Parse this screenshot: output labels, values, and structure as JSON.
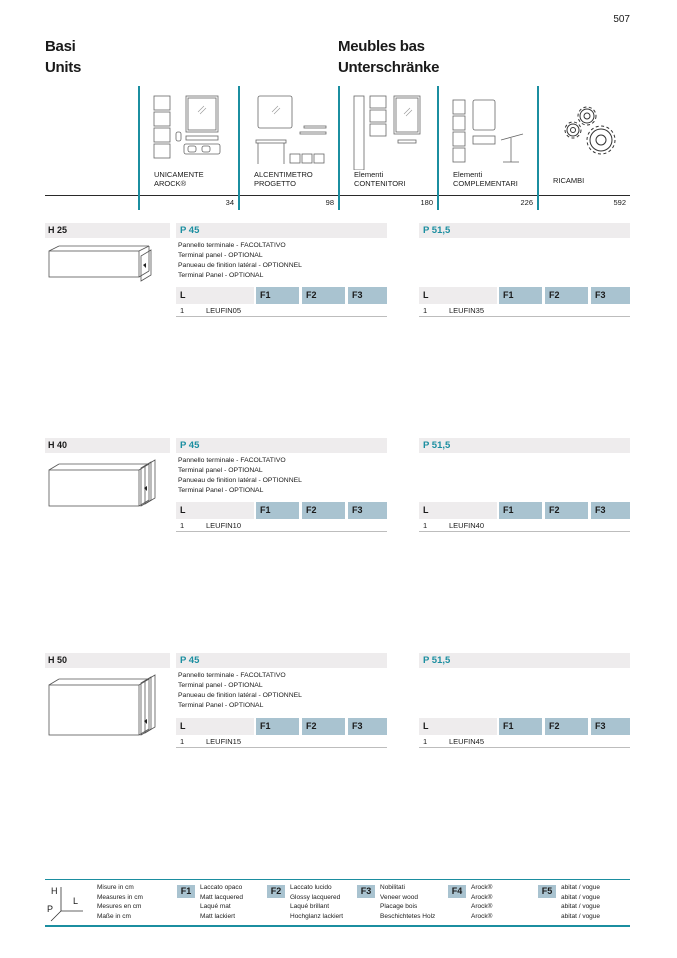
{
  "page_number": "507",
  "titles": {
    "left_1": "Basi",
    "left_2": "Units",
    "right_1": "Meubles bas",
    "right_2": "Unterschränke"
  },
  "nav": [
    {
      "line1": "UNICAMENTE",
      "line2": "AROCK®",
      "page": "34",
      "icon": "unicamente-icon"
    },
    {
      "line1": "ALCENTIMETRO",
      "line2": "PROGETTO",
      "page": "98",
      "icon": "alcentimetro-icon"
    },
    {
      "line1": "Elementi",
      "line2": "CONTENITORI",
      "page": "180",
      "icon": "contenitori-icon"
    },
    {
      "line1": "Elementi",
      "line2": "COMPLEMENTARI",
      "page": "226",
      "icon": "complementari-icon"
    },
    {
      "line1": "",
      "line2": "RICAMBI",
      "page": "592",
      "icon": "gears-icon"
    }
  ],
  "sections": [
    {
      "height_label": "H 25",
      "left": {
        "depth": "P 45",
        "desc": [
          "Pannello terminale - FACOLTATIVO",
          "Terminal panel - OPTIONAL",
          "Panueau de finition latéral - OPTIONNEL",
          "Terminal Panel - OPTIONAL"
        ],
        "col_l": "L",
        "col_f1": "F1",
        "col_f2": "F2",
        "col_f3": "F3",
        "row_qty": "1",
        "row_code": "LEUFIN05"
      },
      "right": {
        "depth": "P 51,5",
        "col_l": "L",
        "col_f1": "F1",
        "col_f2": "F2",
        "col_f3": "F3",
        "row_qty": "1",
        "row_code": "LEUFIN35"
      }
    },
    {
      "height_label": "H 40",
      "left": {
        "depth": "P 45",
        "desc": [
          "Pannello terminale - FACOLTATIVO",
          "Terminal panel - OPTIONAL",
          "Panueau de finition latéral - OPTIONNEL",
          "Terminal Panel - OPTIONAL"
        ],
        "col_l": "L",
        "col_f1": "F1",
        "col_f2": "F2",
        "col_f3": "F3",
        "row_qty": "1",
        "row_code": "LEUFIN10"
      },
      "right": {
        "depth": "P 51,5",
        "col_l": "L",
        "col_f1": "F1",
        "col_f2": "F2",
        "col_f3": "F3",
        "row_qty": "1",
        "row_code": "LEUFIN40"
      }
    },
    {
      "height_label": "H 50",
      "left": {
        "depth": "P 45",
        "desc": [
          "Pannello terminale - FACOLTATIVO",
          "Terminal panel - OPTIONAL",
          "Panueau de finition latéral - OPTIONNEL",
          "Terminal Panel - OPTIONAL"
        ],
        "col_l": "L",
        "col_f1": "F1",
        "col_f2": "F2",
        "col_f3": "F3",
        "row_qty": "1",
        "row_code": "LEUFIN15"
      },
      "right": {
        "depth": "P 51,5",
        "col_l": "L",
        "col_f1": "F1",
        "col_f2": "F2",
        "col_f3": "F3",
        "row_qty": "1",
        "row_code": "LEUFIN45"
      }
    }
  ],
  "legend": {
    "axis_h": "H",
    "axis_l": "L",
    "axis_p": "P",
    "measures": [
      "Misure in cm",
      "Measures in cm",
      "Mesures en cm",
      "Maße in cm"
    ],
    "finishes": [
      {
        "code": "F1",
        "lines": [
          "Laccato opaco",
          "Matt lacquered",
          "Laqué mat",
          "Matt lackiert"
        ]
      },
      {
        "code": "F2",
        "lines": [
          "Laccato lucido",
          "Glossy lacquered",
          "Laqué brillant",
          "Hochglanz lackiert"
        ]
      },
      {
        "code": "F3",
        "lines": [
          "Nobilitati",
          "Veneer wood",
          "Placage bois",
          "Beschichtetes Holz"
        ]
      },
      {
        "code": "F4",
        "lines": [
          "Arock®",
          "Arock®",
          "Arock®",
          "Arock®"
        ]
      },
      {
        "code": "F5",
        "lines": [
          "abitat / vogue",
          "abitat / vogue",
          "abitat / vogue",
          "abitat / vogue"
        ]
      }
    ]
  },
  "colors": {
    "accent": "#1b8ea0",
    "header_gray": "#eeeced",
    "finish_blue": "#a9c3d0"
  }
}
